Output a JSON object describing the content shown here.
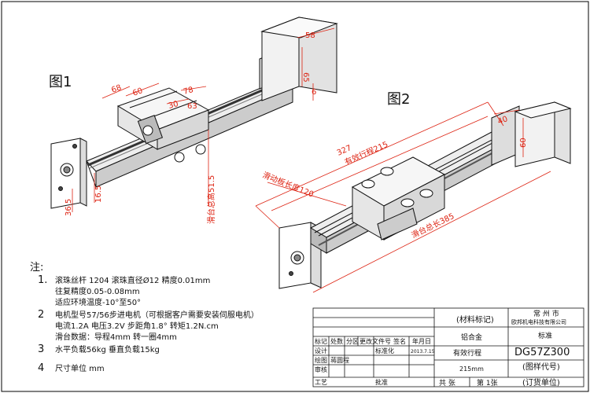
{
  "figure_labels": {
    "fig1": "图1",
    "fig2": "图2"
  },
  "fig1_dims": {
    "top_58": "58",
    "side_65": "65",
    "small_6": "6",
    "d68": "68",
    "d60": "60",
    "d78": "78",
    "d30": "30",
    "d63": "63",
    "d51_5": "51.5",
    "d36_5": "36.5",
    "d16_5": "16.5",
    "height_label": "滑台总高51.5"
  },
  "fig2_dims": {
    "total": "327",
    "effective_label": "有效行程215",
    "total_label": "滑台总长385",
    "stroke_label": "滑动板长度120",
    "w40": "40",
    "w60": "60"
  },
  "notes": {
    "title": "注:",
    "items": [
      {
        "num": "1.",
        "lines": [
          "滚珠丝杆 1204   滚珠直径Ø12   精度0.01mm",
          "往复精度0.05-0.08mm",
          "适应环境温度-10°至50°"
        ]
      },
      {
        "num": "2",
        "lines": [
          "电机型号57/56步进电机（可根据客户需要安装伺服电机）",
          "电流1.2A   电压3.2V   步距角1.8°   转矩1.2N.cm",
          "滑台数据：导程4mm   转一圈4mm"
        ]
      },
      {
        "num": "3",
        "lines": [
          "水平负载56kg   垂直负载15kg"
        ]
      },
      {
        "num": "4",
        "lines": [
          "尺寸单位  mm"
        ]
      }
    ]
  },
  "title_block": {
    "material_mark": "(材料标记)",
    "material": "铝合金",
    "company_city": "常 州 市",
    "company": "欧邦机电科技有限公司",
    "standard": "标准",
    "model": "DG57Z300",
    "drawing_code": "(图样代号)",
    "order_unit": "(订货单位)",
    "stroke_title": "有效行程",
    "stroke_value": "215mm",
    "sheet_total": "共  张",
    "sheet_no": "第 1张",
    "rev_headers": [
      "标记",
      "处数",
      "分区",
      "更改文件号",
      "签名",
      "年月日"
    ],
    "row_design": "设计",
    "row_standardize": "标准化",
    "date": "2013.7.15",
    "row_draw": "绘图",
    "drawer": "蒋圆程",
    "row_review": "审核",
    "row_process": "工艺",
    "row_approve": "批准"
  }
}
